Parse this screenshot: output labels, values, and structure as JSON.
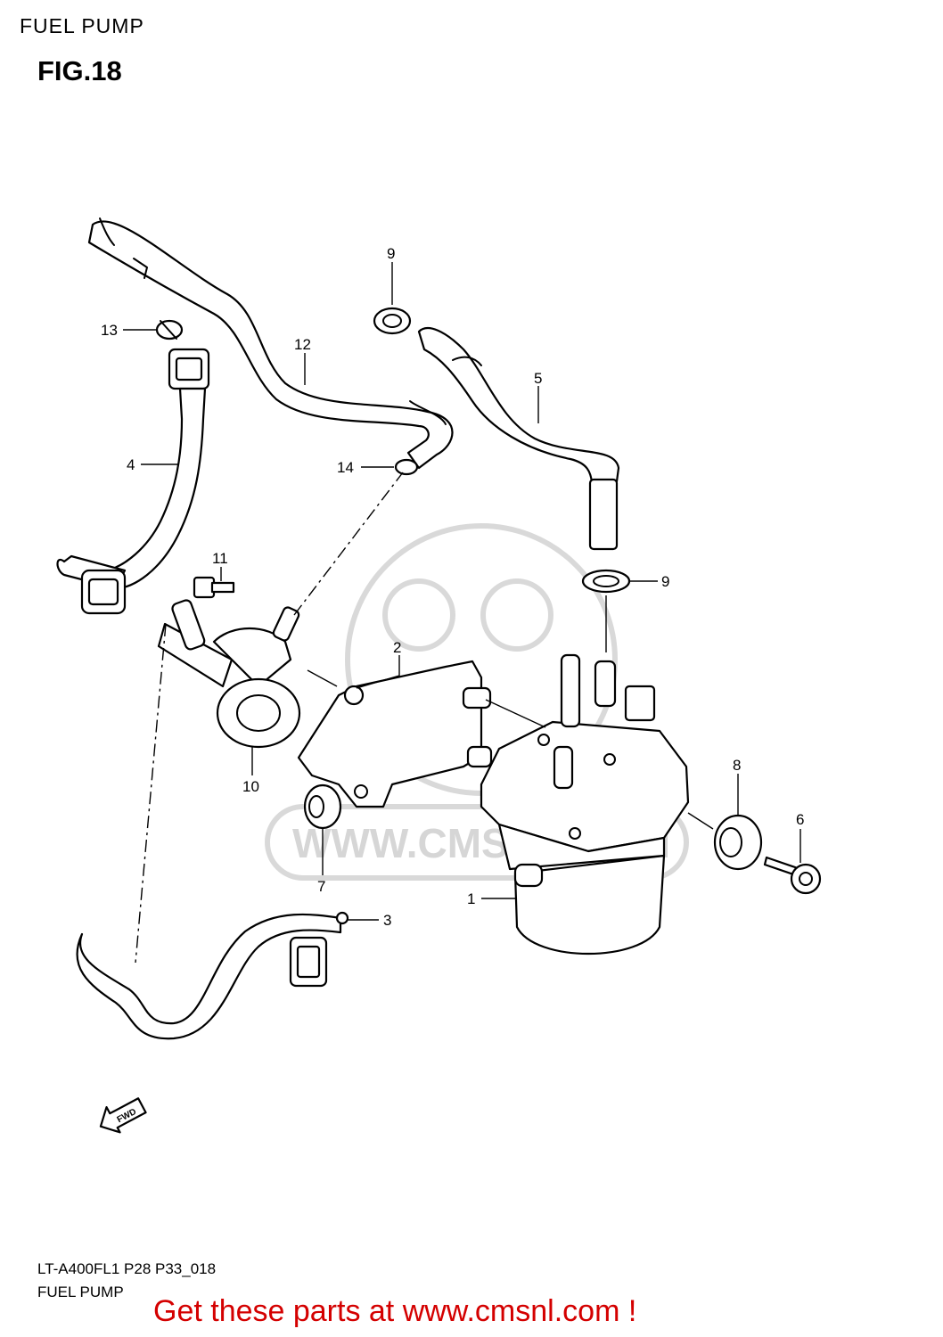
{
  "header": {
    "title": "FUEL PUMP",
    "figure": "FIG.18"
  },
  "footer": {
    "model": "LT-A400FL1  P28 P33_018",
    "caption": "FUEL PUMP"
  },
  "cta": "Get these parts at www.cmsnl.com !",
  "watermark": {
    "text": "WWW.CMSNL.COM"
  },
  "fwd_label": "FWD",
  "callouts": [
    "1",
    "2",
    "3",
    "4",
    "5",
    "6",
    "7",
    "8",
    "9",
    "9",
    "10",
    "11",
    "12",
    "13",
    "14"
  ],
  "colors": {
    "cta": "#d40000",
    "watermark": "#d6d6d6"
  }
}
